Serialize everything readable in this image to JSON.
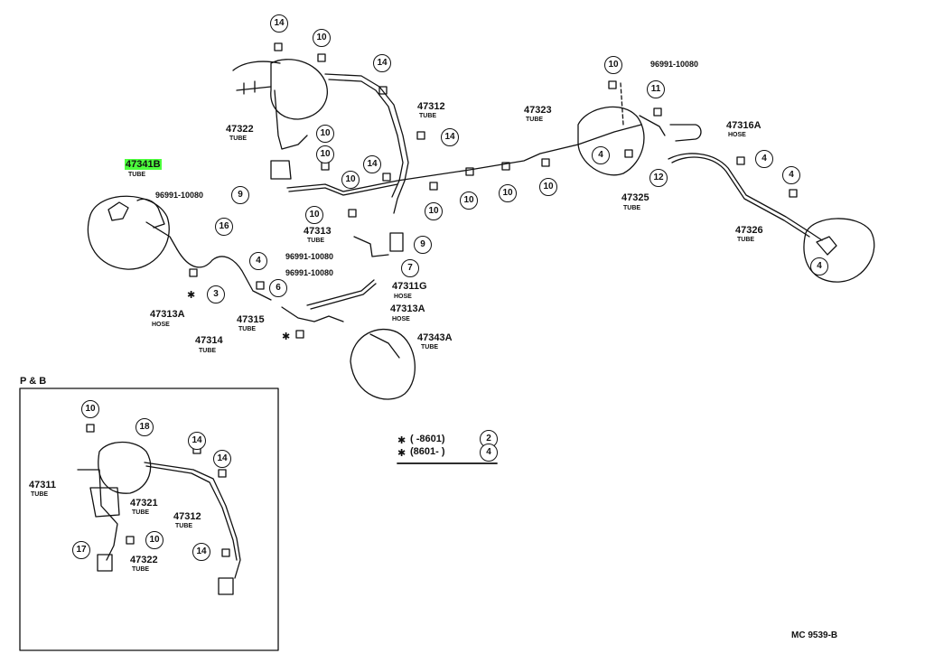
{
  "parts": {
    "p47341B": "47341B",
    "p47313A_left": "47313A",
    "p47314": "47314",
    "p47322": "47322",
    "p47312": "47312",
    "p47313": "47313",
    "p47315": "47315",
    "p47311G": "47311G",
    "p47313A_right": "47313A",
    "p47343A": "47343A",
    "p47323": "47323",
    "p47325": "47325",
    "p47316A": "47316A",
    "p47326": "47326",
    "ref1": "96991-10080",
    "ref2": "96991-10080",
    "ref3": "96991-10080",
    "ref4": "96991-10080",
    "pb_47311": "47311",
    "pb_47321": "47321",
    "pb_47312": "47312",
    "pb_47322": "47322"
  },
  "types": {
    "tube": "TUBE",
    "hose": "HOSE"
  },
  "callouts": {
    "n2": "2",
    "n3": "3",
    "n4": "4",
    "n6": "6",
    "n7": "7",
    "n9": "9",
    "n10": "10",
    "n11": "11",
    "n12": "12",
    "n14": "14",
    "n16": "16",
    "n17": "17",
    "n18": "18"
  },
  "inset": {
    "title": "P & B"
  },
  "legend": {
    "line1": "(        -8601)",
    "line2": "(8601-        )",
    "ref_a": "2",
    "ref_b": "4",
    "mark": "✱"
  },
  "footer": {
    "code": "MC  9539-B"
  },
  "colors": {
    "line": "#111111",
    "highlight": "#4cff3c"
  }
}
